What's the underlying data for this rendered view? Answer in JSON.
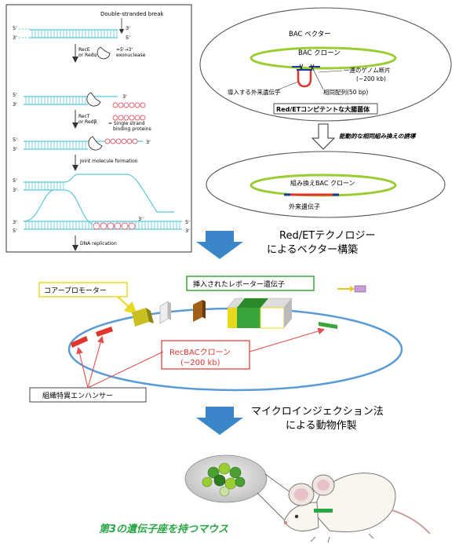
{
  "panel_mechanism": {
    "top_label": "Double-stranded break",
    "strand_5": "5'",
    "strand_3": "3'",
    "step1_enzyme_line1": "RecE",
    "step1_enzyme_line2": "or Redα",
    "step1_exo_label": "=5'→3'",
    "step1_exo_label2": "exonuclease",
    "step2_enzyme_line1": "RecT",
    "step2_enzyme_line2": "or Redβ",
    "step2_ssb_line1": "= Single strand",
    "step2_ssb_line2": "binding proteins",
    "step3_label": "Joint molecule formation",
    "step4_label": "DNA replication"
  },
  "panel_bac": {
    "outer_title": "BAC ベクター",
    "inner_title": "BAC クローン",
    "genome_fragment_line1": "一連のゲノム断片",
    "genome_fragment_line2": "(~200 kb)",
    "homology_label": "相同配列(50 bp)",
    "foreign_gene_label": "導入する外来遺伝子",
    "host_label": "Red/ETコンピテントな大腸菌体",
    "induction_label": "能動的な相同組み換えの誘導",
    "recombinant_label": "組み換えBAC クローン",
    "foreign_gene_label2": "外来遺伝子"
  },
  "step_arrow_1": {
    "line1": "Red/ETテクノロジー",
    "line2": "によるベクター構築"
  },
  "construct": {
    "core_promoter_label": "コアープロモーター",
    "reporter_label": "挿入されたレポーター遺伝子",
    "recbac_line1": "RecBACクローン",
    "recbac_line2": "(~200 kb)",
    "enhancer_label": "組織特異エンハンサー"
  },
  "step_arrow_2": {
    "line1": "マイクロインジェクション法",
    "line2": "による動物作製"
  },
  "mouse_caption": "第3の遺伝子座を持つマウス",
  "colors": {
    "dna_cyan": "#5bc8dc",
    "big_arrow_blue": "#3a86c8",
    "ring_blue": "#5a9bd5",
    "red_gene": "#e0352b",
    "green_bac": "#9acd32",
    "reporter_green": "#3aa53a",
    "caption_green": "#2aa745",
    "yellow_promoter": "#c8c020"
  }
}
